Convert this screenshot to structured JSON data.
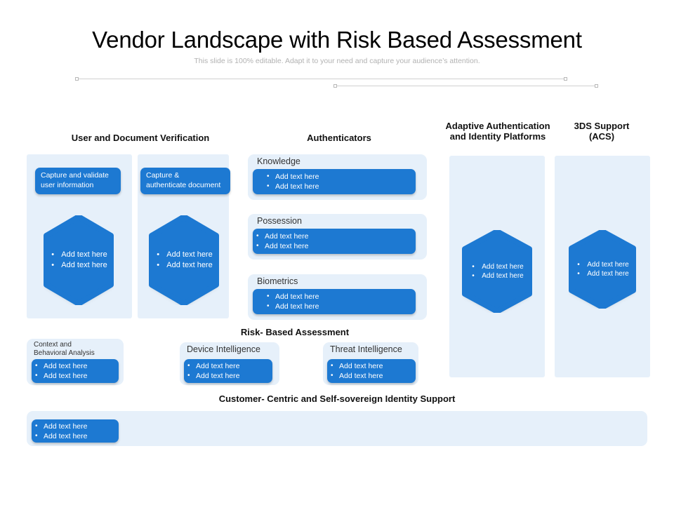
{
  "slide": {
    "title": "Vendor Landscape with Risk Based Assessment",
    "subtitle": "This slide is 100% editable. Adapt it to your need and capture your audience’s attention."
  },
  "colors": {
    "accent_blue": "#1d79d2",
    "panel_light": "#e6f0fa",
    "title_text": "#000000",
    "subtitle_text": "#b2b2b2",
    "rule": "#d0d0d0"
  },
  "placeholder": {
    "add_text": "Add text here"
  },
  "columns": {
    "user_document": {
      "heading": "User and Document Verification",
      "cards": [
        {
          "chip_label": "Capture and validate\nuser information",
          "bullets": [
            "Add text here",
            "Add text here"
          ]
        },
        {
          "chip_label": "Capture &\nauthenticate document",
          "bullets": [
            "Add text here",
            "Add text here"
          ]
        }
      ]
    },
    "authenticators": {
      "heading": "Authenticators",
      "cards": [
        {
          "label": "Knowledge",
          "bullets": [
            "Add text here",
            "Add text here"
          ]
        },
        {
          "label": "Possession",
          "bullets": [
            "Add text here",
            "Add text here"
          ]
        },
        {
          "label": "Biometrics",
          "bullets": [
            "Add text here",
            "Add text here"
          ]
        }
      ]
    },
    "adaptive_auth": {
      "heading": "Adaptive Authentication\nand Identity Platforms",
      "bullets": [
        "Add text here",
        "Add text here"
      ]
    },
    "three_ds": {
      "heading": "3DS Support\n(ACS)",
      "bullets": [
        "Add text here",
        "Add text here"
      ]
    }
  },
  "risk_assessment": {
    "heading": "Risk- Based Assessment",
    "cards": [
      {
        "label": "Context and\nBehavioral Analysis",
        "bullets": [
          "Add text here",
          "Add text here"
        ]
      },
      {
        "label": "Device Intelligence",
        "bullets": [
          "Add text here",
          "Add text here"
        ]
      },
      {
        "label": "Threat  Intelligence",
        "bullets": [
          "Add text here",
          "Add text here"
        ]
      }
    ]
  },
  "customer_centric": {
    "heading": "Customer- Centric and Self-sovereign Identity Support",
    "bullets": [
      "Add text here",
      "Add text here"
    ]
  }
}
